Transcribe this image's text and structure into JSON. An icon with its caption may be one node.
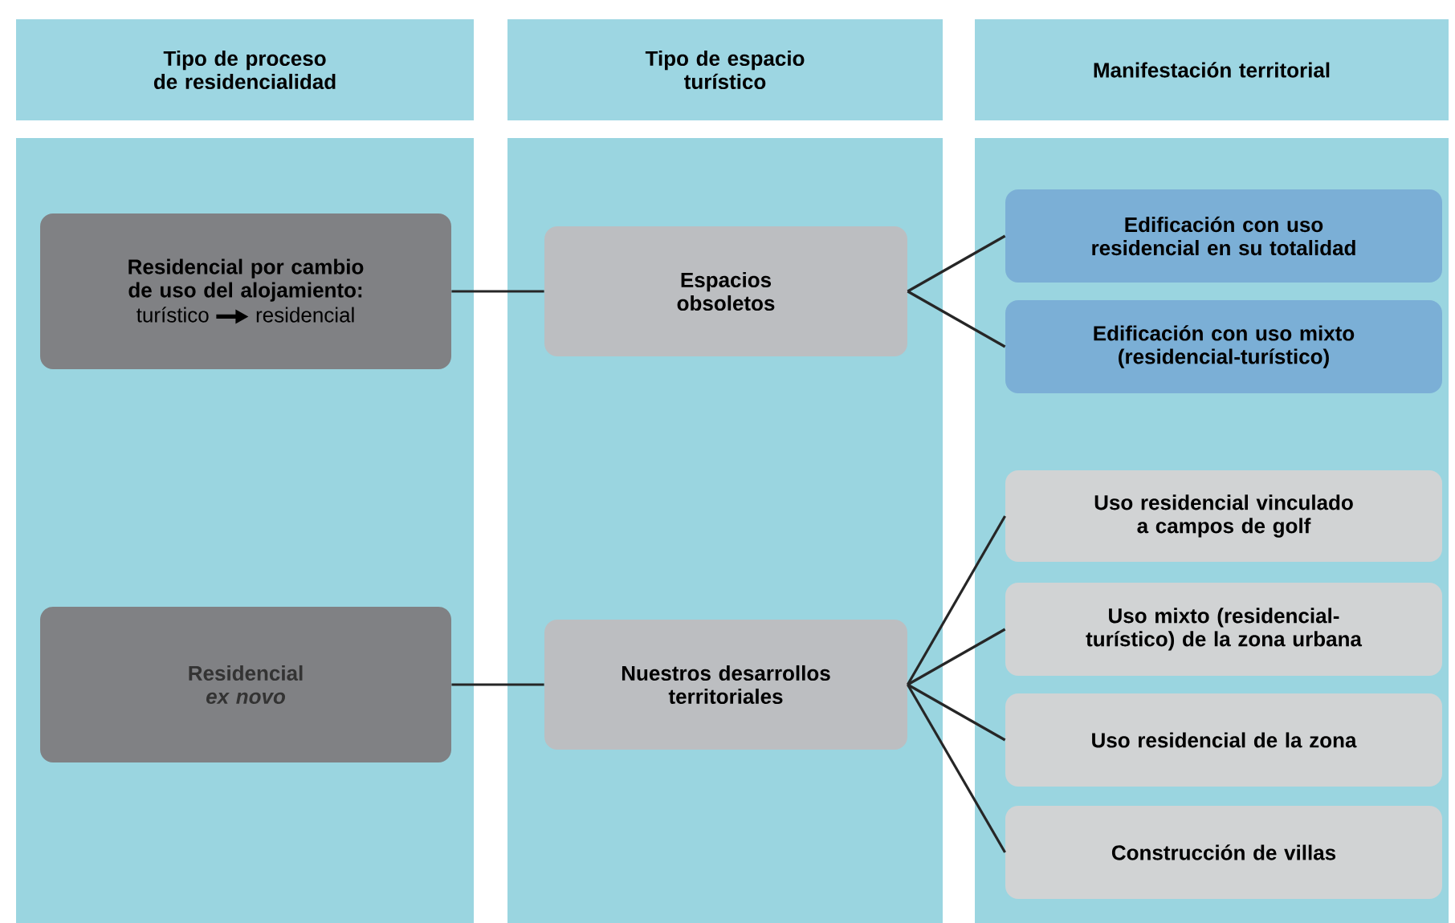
{
  "diagram": {
    "nodes": [
      {
        "text": [
          "Tipo de proceso de residencialidad"
        ]
      },
      {
        "text": [
          "Tipo de espacio turístico"
        ]
      },
      {
        "text": [
          "Manifestación territorial"
        ]
      },
      {
        "text": [],
        "shape": "box"
      },
      {
        "text": [
          "Residencial por cambio de uso del alojamiento:",
          "turístico",
          "residencial"
        ],
        "in": 3
      },
      {
        "text": [
          "Residencial",
          "ex novo"
        ],
        "in": 3
      },
      {
        "text": [],
        "shape": "box"
      },
      {
        "text": [
          "Espacios obsoletos"
        ],
        "in": 6
      },
      {
        "text": [
          "Nuestros desarrollos territoriales"
        ],
        "in": 6
      },
      {
        "text": [],
        "shape": "box"
      },
      {
        "text": [
          "Edificación con uso residencial en su totalidad"
        ],
        "in": 9
      },
      {
        "text": [
          "Edificación con uso mixto (residencial-turístico)"
        ],
        "in": 9
      },
      {
        "text": [
          "Uso residencial vinculado a campos de golf"
        ],
        "in": 9
      },
      {
        "text": [
          "Uso mixto (residencial-turístico) de la zona urbana"
        ],
        "in": 9
      },
      {
        "text": [
          "Uso residencial de la zona"
        ],
        "in": 9
      },
      {
        "text": [
          "Construcción de villas"
        ],
        "in": 9
      }
    ],
    "edges": [
      {
        "from": 4,
        "to": 7,
        "arrow": "none"
      },
      {
        "from": 5,
        "to": 8,
        "arrow": "none"
      },
      {
        "from": 7,
        "to": 10,
        "arrow": "none"
      },
      {
        "from": 7,
        "to": 11,
        "arrow": "none"
      },
      {
        "from": 8,
        "to": 12,
        "arrow": "none"
      },
      {
        "from": 8,
        "to": 13,
        "arrow": "none"
      },
      {
        "from": 8,
        "to": 14,
        "arrow": "none"
      },
      {
        "from": 8,
        "to": 15,
        "arrow": "none"
      }
    ]
  }
}
